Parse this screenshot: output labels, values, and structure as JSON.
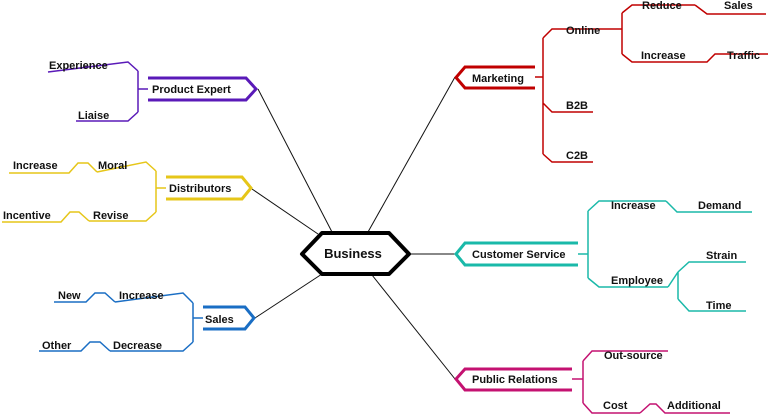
{
  "center": {
    "label": "Business"
  },
  "branches": {
    "marketing": {
      "label": "Marketing",
      "color": "#c00000",
      "online": "Online",
      "reduce": "Reduce",
      "sales": "Sales",
      "increase": "Increase",
      "traffic": "Traffic",
      "b2b": "B2B",
      "c2b": "C2B"
    },
    "customer_service": {
      "label": "Customer Service",
      "color": "#1ab9a9",
      "increase": "Increase",
      "demand": "Demand",
      "employee": "Employee",
      "strain": "Strain",
      "time": "Time"
    },
    "public_relations": {
      "label": "Public Relations",
      "color": "#c41271",
      "outsource": "Out-source",
      "cost": "Cost",
      "additional": "Additional"
    },
    "product_expert": {
      "label": "Product Expert",
      "color": "#5a1ab8",
      "experience": "Experience",
      "liaise": "Liaise"
    },
    "distributors": {
      "label": "Distributors",
      "color": "#e6c619",
      "moral": "Moral",
      "increase": "Increase",
      "revise": "Revise",
      "incentive": "Incentive"
    },
    "sales": {
      "label": "Sales",
      "color": "#1a6ec4",
      "increase": "Increase",
      "new": "New",
      "decrease": "Decrease",
      "other": "Other"
    }
  }
}
